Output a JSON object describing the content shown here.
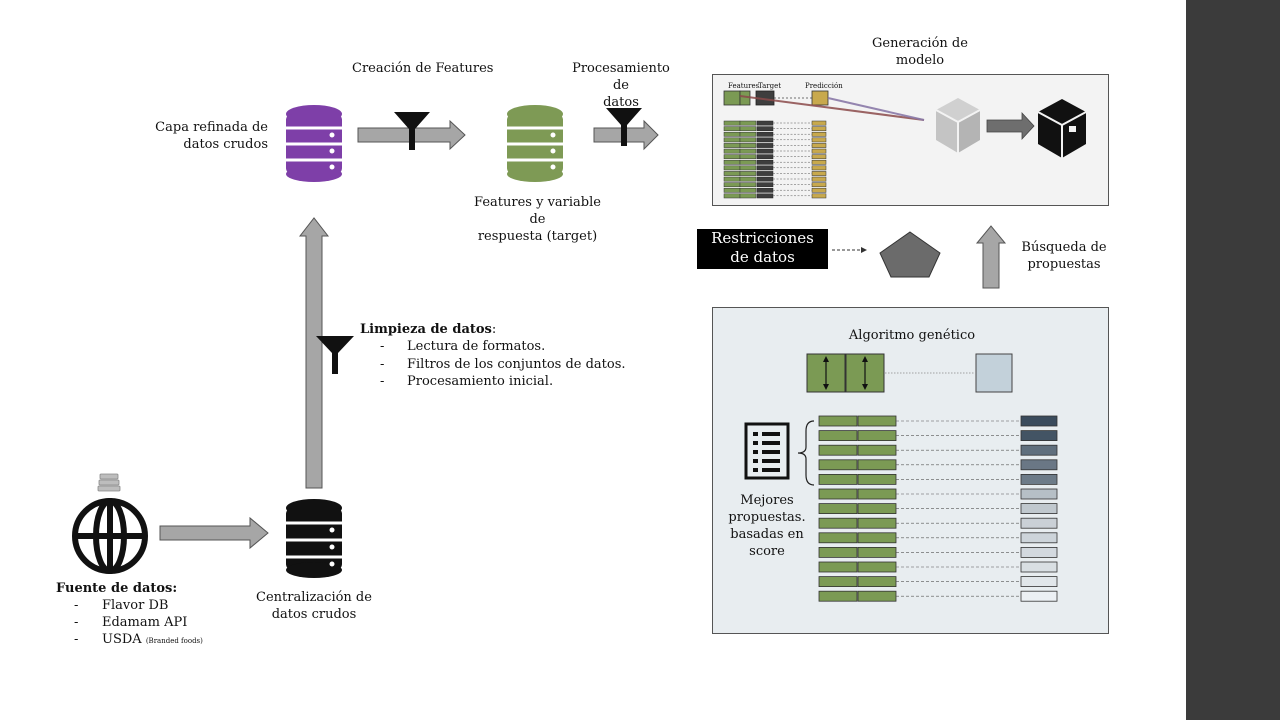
{
  "colors": {
    "purple": "#7e3fa8",
    "green_db": "#7e9a55",
    "cell_green": "#7b9a54",
    "arrow_gray": "#a6a6a6",
    "sidebar": "#3b3b3b",
    "label_box": "#000000",
    "pentagon": "#6b6b6b"
  },
  "icons": {
    "globe": "globe-icon",
    "books": "books-icon",
    "databases": "database-icon",
    "filters": "funnel-icon",
    "cubes": "cube-icon",
    "list": "list-icon",
    "pentagon": "pentagon-icon"
  },
  "sources": {
    "title": "Fuente de datos:",
    "items": [
      "Flavor DB",
      "Edamam API"
    ],
    "usda_main": "USDA",
    "usda_note": "(Branded foods)"
  },
  "central": {
    "line1": "Centralización de",
    "line2": "datos crudos"
  },
  "cleaning": {
    "title": "Limpieza de datos",
    "colon": ":",
    "steps": [
      "Lectura de formatos.",
      "Filtros de los conjuntos de datos.",
      "Procesamiento inicial."
    ]
  },
  "refined": {
    "line1": "Capa refinada de",
    "line2": "datos crudos"
  },
  "features_creation": "Creación de Features",
  "features_target": {
    "line1": "Features y variable de",
    "line2": "respuesta (target)"
  },
  "processing": {
    "line1": "Procesamiento de",
    "line2": "datos"
  },
  "model_gen": {
    "line1": "Generación de",
    "line2": "modelo"
  },
  "table_headers": {
    "features": "Features",
    "target": "Target",
    "prediction": "Predicción"
  },
  "restrictions": {
    "line1": "Restricciones",
    "line2": "de datos"
  },
  "search": {
    "line1": "Búsqueda de",
    "line2": "propuestas"
  },
  "genetic": {
    "title": "Algoritmo genético",
    "best": [
      "Mejores",
      "propuestas.",
      "basadas en",
      "score"
    ],
    "score_levels": [
      0.95,
      0.9,
      0.75,
      0.7,
      0.68,
      0.3,
      0.25,
      0.2,
      0.18,
      0.15,
      0.12,
      0.08,
      0.02
    ]
  }
}
